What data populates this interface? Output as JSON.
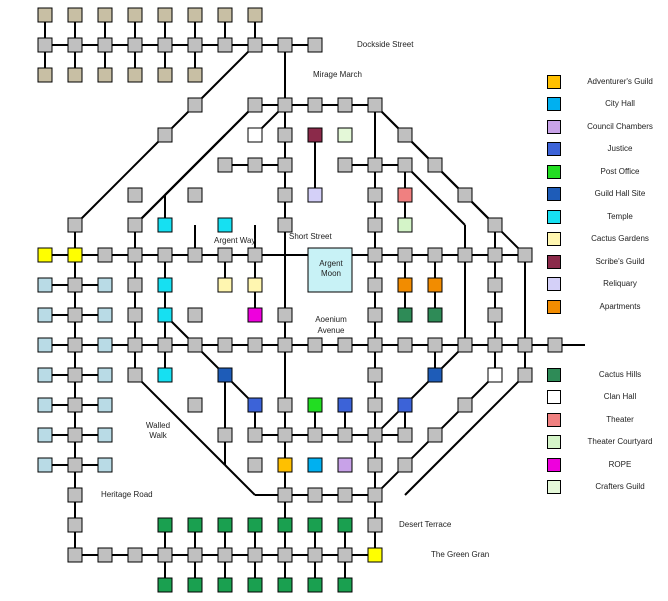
{
  "colors": {
    "room": "#c0c0c0",
    "residence": "#c8bfa4",
    "outer_pad": "#b9dbe6",
    "line": "#000000",
    "adventurers_guild": "#ffc000",
    "city_hall": "#00b0f0",
    "council_chambers": "#c8a2e8",
    "justice": "#3c63d8",
    "post_office": "#22dd22",
    "guild_hall_site": "#1e5cb8",
    "temple": "#16e0f2",
    "cactus_gardens": "#fff6b0",
    "scribes_guild": "#8b2a4a",
    "reliquary": "#d4d0f8",
    "apartments": "#f28c00",
    "cactus_hills": "#2e8b57",
    "clan_hall": "#ffffff",
    "theater": "#f08080",
    "theater_courtyard": "#d4f4c8",
    "rope": "#ee00dd",
    "crafters_guild": "#e4f8d8",
    "gate_yellow": "#ffff00",
    "farm_green": "#1aa050",
    "center": "#c8f2f6"
  },
  "labels": {
    "dockside_street": "Dockside Street",
    "mirage_march": "Mirage March",
    "argent_way": "Argent Way",
    "short_street": "Short Street",
    "argent_moon_1": "Argent",
    "argent_moon_2": "Moon",
    "aoenium_1": "Aoenium",
    "aoenium_2": "Avenue",
    "walled_1": "Walled",
    "walled_2": "Walk",
    "heritage_road": "Heritage Road",
    "desert_terrace": "Desert Terrace",
    "green_gran": "The Green Gran"
  },
  "legend": [
    {
      "key": "adventurers_guild",
      "label": "Adventurer's Guild"
    },
    {
      "key": "city_hall",
      "label": "City Hall"
    },
    {
      "key": "council_chambers",
      "label": "Council Chambers"
    },
    {
      "key": "justice",
      "label": "Justice"
    },
    {
      "key": "post_office",
      "label": "Post Office"
    },
    {
      "key": "guild_hall_site",
      "label": "Guild Hall Site"
    },
    {
      "key": "temple",
      "label": "Temple"
    },
    {
      "key": "cactus_gardens",
      "label": "Cactus Gardens"
    },
    {
      "key": "scribes_guild",
      "label": "Scribe's Guild"
    },
    {
      "key": "reliquary",
      "label": "Reliquary"
    },
    {
      "key": "apartments",
      "label": "Apartments"
    },
    {
      "key": "cactus_hills",
      "label": "Cactus Hills"
    },
    {
      "key": "clan_hall",
      "label": "Clan Hall"
    },
    {
      "key": "theater",
      "label": "Theater"
    },
    {
      "key": "theater_courtyard",
      "label": "Theater Courtyard"
    },
    {
      "key": "rope",
      "label": "ROPE"
    },
    {
      "key": "crafters_guild",
      "label": "Crafters Guild"
    }
  ]
}
